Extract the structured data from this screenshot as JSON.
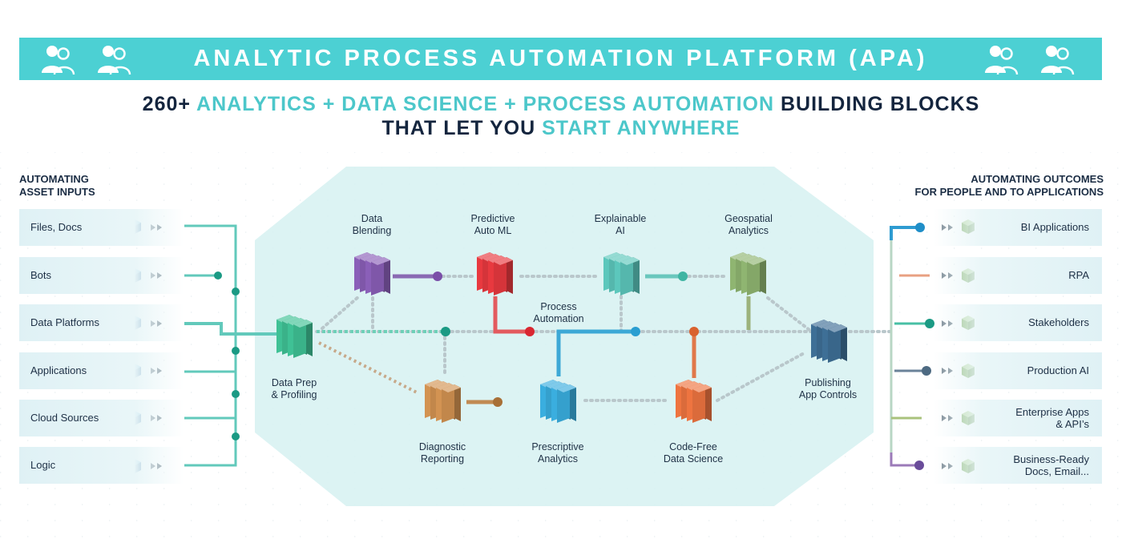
{
  "banner": {
    "title": "ANALYTIC PROCESS AUTOMATION PLATFORM (APA)",
    "icons": [
      "people-icon",
      "people-icon",
      "people-icon",
      "people-icon"
    ],
    "color": "#4cd0d3"
  },
  "headline": {
    "line1_prefix": "260+",
    "line1_highlight": "ANALYTICS + DATA SCIENCE + PROCESS AUTOMATION",
    "line1_suffix": "BUILDING BLOCKS",
    "line2_prefix": "THAT LET YOU",
    "line2_highlight": "START ANYWHERE",
    "dark_color": "#14253e",
    "highlight_color": "#4cc7ca"
  },
  "inputs": {
    "title_line1": "AUTOMATING",
    "title_line2": "ASSET INPUTS",
    "items": [
      {
        "label": "Files, Docs"
      },
      {
        "label": "Bots"
      },
      {
        "label": "Data Platforms"
      },
      {
        "label": "Applications"
      },
      {
        "label": "Cloud Sources"
      },
      {
        "label": "Logic"
      }
    ]
  },
  "outputs": {
    "title_line1": "AUTOMATING OUTCOMES",
    "title_line2": "FOR PEOPLE AND TO APPLICATIONS",
    "items": [
      {
        "line1": "BI Applications",
        "line2": ""
      },
      {
        "line1": "RPA",
        "line2": ""
      },
      {
        "line1": "Stakeholders",
        "line2": ""
      },
      {
        "line1": "Production AI",
        "line2": ""
      },
      {
        "line1": "Enterprise Apps",
        "line2": "& API’s"
      },
      {
        "line1": "Business-Ready",
        "line2": "Docs, Email..."
      }
    ]
  },
  "nodes": {
    "data_blending": {
      "line1": "Data",
      "line2": "Blending",
      "color": "#8a5fb8"
    },
    "predictive": {
      "line1": "Predictive",
      "line2": "Auto ML",
      "color": "#e8393f"
    },
    "explainable": {
      "line1": "Explainable",
      "line2": "AI",
      "color": "#5cc7bc"
    },
    "geospatial": {
      "line1": "Geospatial",
      "line2": "Analytics",
      "color": "#8fb571"
    },
    "process_automation": {
      "line1": "Process",
      "line2": "Automation"
    },
    "data_prep": {
      "line1": "Data Prep",
      "line2": "& Profiling",
      "color": "#3fc195"
    },
    "publishing": {
      "line1": "Publishing",
      "line2": "App Controls",
      "color": "#3e6f96"
    },
    "diagnostic": {
      "line1": "Diagnostic",
      "line2": "Reporting",
      "color": "#d39352"
    },
    "prescriptive": {
      "line1": "Prescriptive",
      "line2": "Analytics",
      "color": "#3aaedf"
    },
    "code_free": {
      "line1": "Code-Free",
      "line2": "Data Science",
      "color": "#ee7440"
    }
  }
}
